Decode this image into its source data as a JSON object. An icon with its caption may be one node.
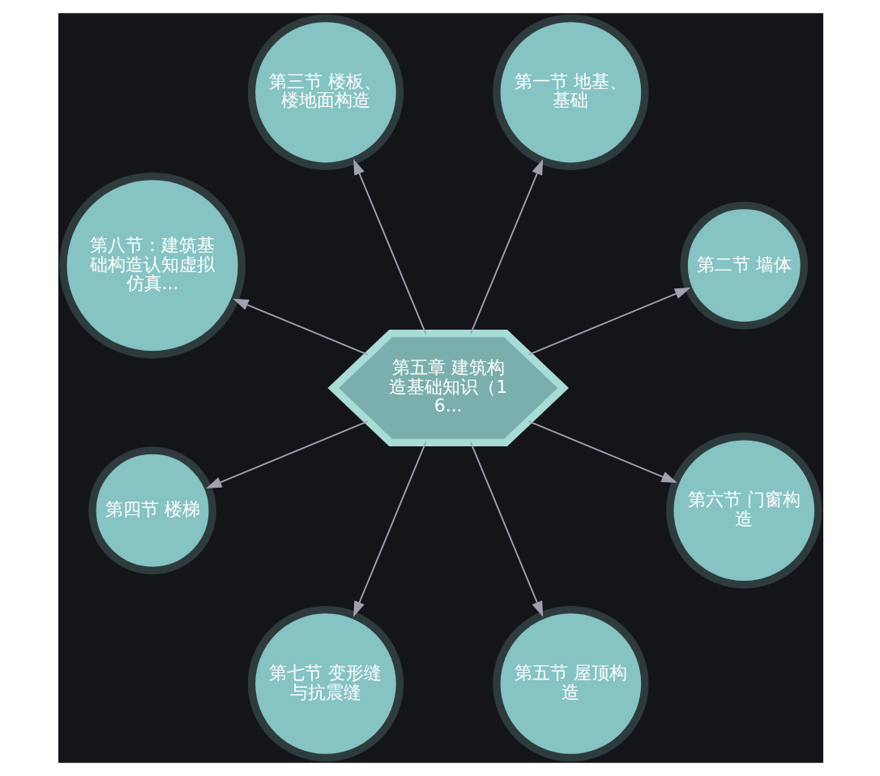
{
  "diagram": {
    "nodes": [
      {
        "text": [
          "第五章 建筑构造基础知识（16..."
        ]
      },
      {
        "text": [
          "第二节 墙体"
        ]
      },
      {
        "text": [
          "第一节 地基、基础"
        ]
      },
      {
        "text": [
          "第三节 楼板、楼地面构造"
        ]
      },
      {
        "text": [
          "第八节：建筑基础构造认知虚拟仿真..."
        ]
      },
      {
        "text": [
          "第四节 楼梯"
        ]
      },
      {
        "text": [
          "第七节 变形缝与抗震缝"
        ]
      },
      {
        "text": [
          "第五节 屋顶构造"
        ]
      },
      {
        "text": [
          "第六节 门窗构造"
        ]
      }
    ],
    "edges": [
      {
        "from": 0,
        "to": 1,
        "arrow": "to"
      },
      {
        "from": 0,
        "to": 2,
        "arrow": "to"
      },
      {
        "from": 0,
        "to": 3,
        "arrow": "to"
      },
      {
        "from": 0,
        "to": 4,
        "arrow": "to"
      },
      {
        "from": 0,
        "to": 5,
        "arrow": "to"
      },
      {
        "from": 0,
        "to": 6,
        "arrow": "to"
      },
      {
        "from": 0,
        "to": 7,
        "arrow": "to"
      },
      {
        "from": 0,
        "to": 8,
        "arrow": "to"
      }
    ]
  }
}
